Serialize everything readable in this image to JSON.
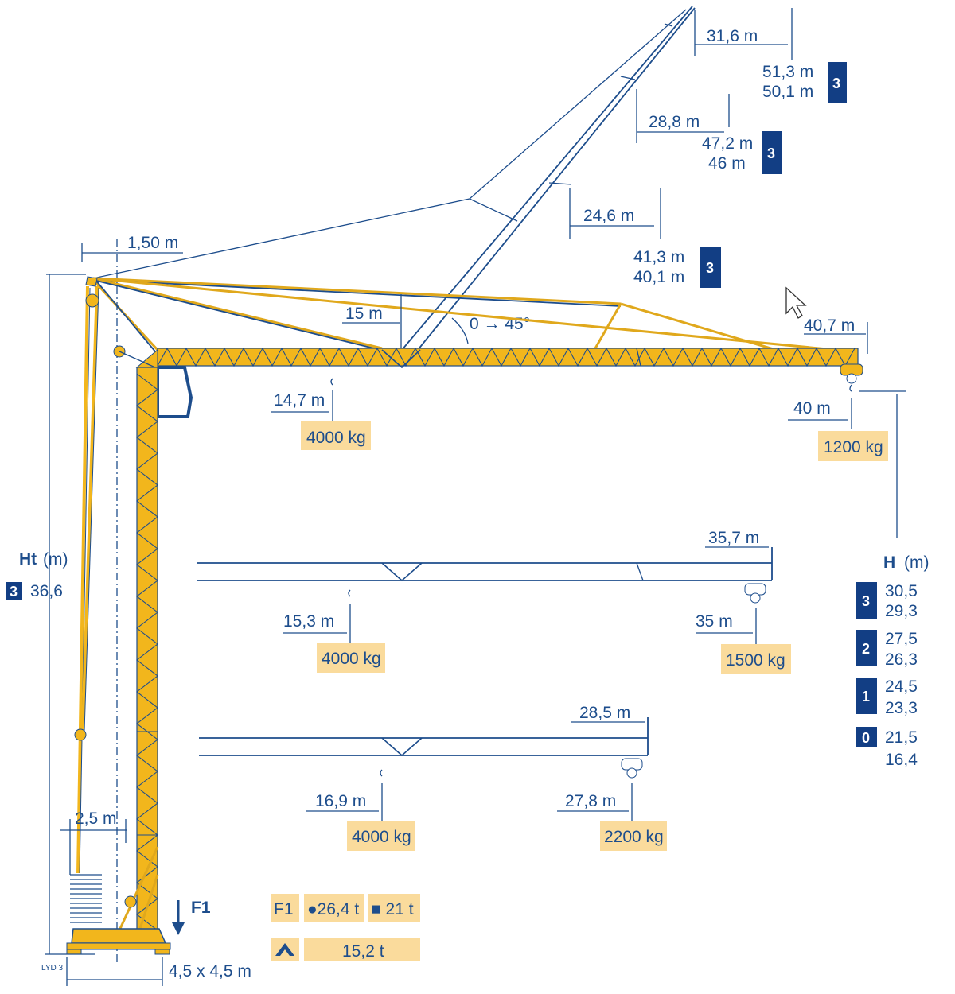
{
  "luffing": {
    "levels": [
      {
        "radius": "31,6 m",
        "h1": "51,3 m",
        "h2": "50,1 m",
        "badge": "3"
      },
      {
        "radius": "28,8 m",
        "h1": "47,2 m",
        "h2": "46 m",
        "badge": "3"
      },
      {
        "radius": "24,6 m",
        "h1": "41,3 m",
        "h2": "40,1 m",
        "badge": "3"
      }
    ],
    "angle": "0 → 45°"
  },
  "top": {
    "counter_offset": "1,50 m",
    "luff_pivot": "15 m",
    "max_radius": "40,7 m"
  },
  "jibs": [
    {
      "r1": "14,7 m",
      "l1": "4000 kg",
      "tip": "40 m",
      "tip_load": "1200 kg"
    },
    {
      "length": "35,7 m",
      "r1": "15,3 m",
      "l1": "4000 kg",
      "tip": "35 m",
      "tip_load": "1500 kg"
    },
    {
      "length": "28,5 m",
      "r1": "16,9 m",
      "l1": "4000 kg",
      "tip": "27,8 m",
      "tip_load": "2200 kg"
    }
  ],
  "ht": {
    "label": "Ht",
    "unit": "(m)",
    "badge": "3",
    "value": "36,6"
  },
  "h_table": {
    "label": "H",
    "unit": "(m)",
    "rows": [
      {
        "badge": "3",
        "a": "30,5",
        "b": "29,3"
      },
      {
        "badge": "2",
        "a": "27,5",
        "b": "26,3"
      },
      {
        "badge": "1",
        "a": "24,5",
        "b": "23,3"
      },
      {
        "badge": "0",
        "a": "21,5",
        "b": "16,4"
      }
    ]
  },
  "base": {
    "ballast_width": "2,5 m",
    "f1_label": "F1",
    "base_size": "4,5 x 4,5 m",
    "model": "LYD 3"
  },
  "forces": {
    "f1_label": "F1",
    "round": "●26,4 t",
    "square": "■ 21 t",
    "foot": "15,2 t"
  },
  "colors": {
    "navy": "#123e84",
    "line": "#1d4d8c",
    "yellow": "#f2b61c",
    "load": "#fadb9c"
  }
}
